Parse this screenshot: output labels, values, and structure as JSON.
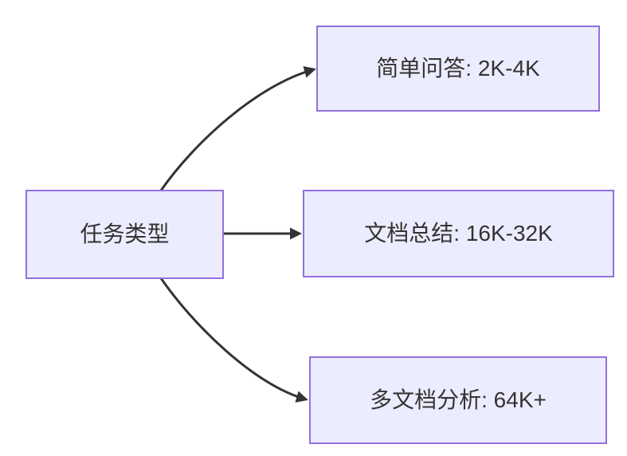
{
  "diagram": {
    "type": "flowchart-left-to-right",
    "root": {
      "id": "task-type",
      "label": "任务类型"
    },
    "children": [
      {
        "id": "simple-qa",
        "label": "简单问答: 2K-4K"
      },
      {
        "id": "doc-summary",
        "label": "文档总结: 16K-32K"
      },
      {
        "id": "multi-doc",
        "label": "多文档分析: 64K+"
      }
    ],
    "edges": [
      {
        "from": "task-type",
        "to": "simple-qa"
      },
      {
        "from": "task-type",
        "to": "doc-summary"
      },
      {
        "from": "task-type",
        "to": "multi-doc"
      }
    ],
    "colors": {
      "node_fill": "#ECECFF",
      "node_border": "#9370DB",
      "edge": "#333333",
      "text": "#333333"
    }
  }
}
